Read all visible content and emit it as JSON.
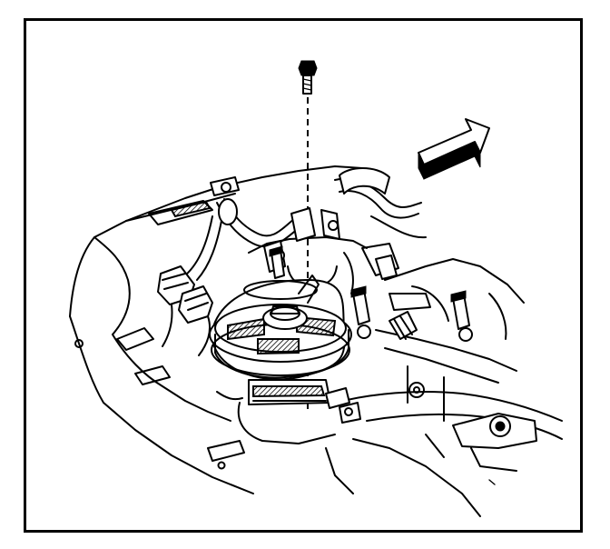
{
  "figure": {
    "frame_color": "#000000",
    "background_color": "#ffffff",
    "line_color": "#000000",
    "parts": [
      {
        "name": "bolt",
        "icon": "bolt-icon"
      },
      {
        "name": "direction-arrow",
        "icon": "arrow-icon"
      },
      {
        "name": "pulley-assembly"
      },
      {
        "name": "engine-block"
      },
      {
        "name": "hoses"
      }
    ]
  }
}
